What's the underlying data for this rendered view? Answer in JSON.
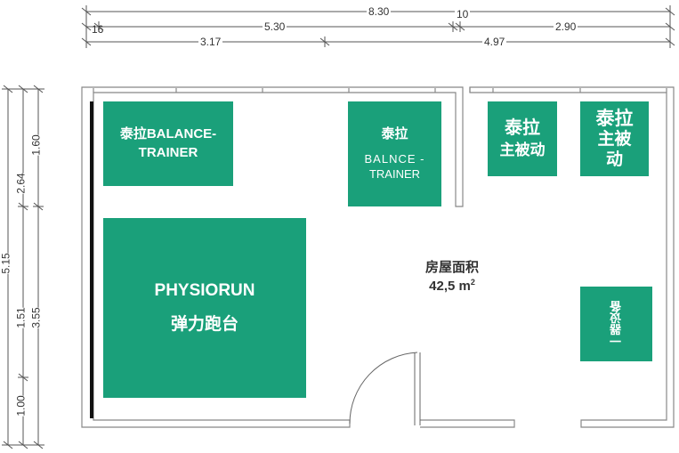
{
  "dimensions": {
    "top": {
      "overall": "8.30",
      "inner_left": "5.30",
      "wall_gap": "10",
      "inner_right": "2.90",
      "wall_left": "16",
      "segment_left": "3.17",
      "segment_right": "4.97"
    },
    "left": {
      "overall": "5.15",
      "upper": "2.64",
      "lower": "1.51",
      "bottom": "1.00",
      "seg_top": "1.60",
      "seg_bottom": "3.55"
    }
  },
  "equipment": {
    "balance_trainer_1": {
      "line1": "泰拉BALANCE-",
      "line2": "TRAINER"
    },
    "balance_trainer_2": {
      "line1": "泰拉",
      "line2": "BALNCE -",
      "line3": "TRAINER"
    },
    "passive_1": {
      "line1": "泰拉",
      "line2": "主被动"
    },
    "passive_2": {
      "line1": "泰拉",
      "line2": "主被",
      "line3": "动"
    },
    "treadmill": {
      "line1": "PHYSIORUN",
      "line2": "弹力跑台"
    },
    "cabinet": {
      "label": "一器设备"
    }
  },
  "room": {
    "name": "房屋面积",
    "area_value": "42,5 m",
    "area_sup": "2"
  },
  "colors": {
    "equipment": "#1aa07a",
    "wall": "#888888",
    "dimension_line": "#555555"
  }
}
